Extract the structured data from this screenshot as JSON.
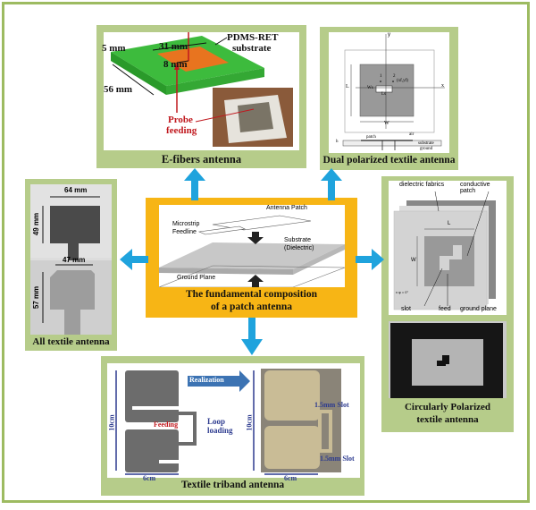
{
  "colors": {
    "frame_green": "#9dbb61",
    "panel_green": "#b6cc8a",
    "center_orange": "#f7b515",
    "arrow_blue": "#1fa3dd",
    "substrate_green": "#3dbb3d",
    "patch_orange": "#e8741f",
    "label_red": "#c0181e",
    "label_blue": "#2d3b8f"
  },
  "center": {
    "caption_line1": "The fundamental composition",
    "caption_line2": "of a patch antenna",
    "labels": {
      "antenna_patch": "Antenna Patch",
      "microstrip": "Microstrip",
      "feedline": "Feedline",
      "substrate": "Substrate",
      "dielectric": "(Dielectric)",
      "ground_plane": "Ground Plane"
    }
  },
  "efibers": {
    "caption": "E-fibers antenna",
    "dim_5": "5 mm",
    "dim_31": "31 mm",
    "dim_8": "8 mm",
    "dim_56": "56 mm",
    "substrate_line1": "PDMS-RET",
    "substrate_line2": "substrate",
    "probe_line1": "Probe",
    "probe_line2": "feeding"
  },
  "dual": {
    "caption": "Dual polarized textile antenna",
    "labels": {
      "y": "y",
      "x": "x",
      "L": "L",
      "W": "W",
      "Ws": "Ws",
      "Ls": "Ls",
      "p1": "1",
      "p2": "2",
      "feed_coord": "(xf,yf)",
      "air": "air",
      "patch": "patch",
      "substrate": "substrate",
      "ground": "ground",
      "h": "h"
    }
  },
  "alltextile": {
    "caption": "All textile antenna",
    "dim_64": "64 mm",
    "dim_49": "49 mm",
    "dim_47": "47 mm",
    "dim_57": "57 mm"
  },
  "circular": {
    "caption_line1": "Circularly Polarized",
    "caption_line2": "textile antenna",
    "labels": {
      "dielectric_fabrics": "dielectric fabrics",
      "conductive_patch": "conductive patch",
      "L": "L",
      "W": "W",
      "slot": "slot",
      "feed": "feed",
      "ground_plane": "ground plane",
      "phi": "x φ = 0°"
    }
  },
  "triband": {
    "caption": "Textile triband antenna",
    "realization": "Realization",
    "feeding": "Feeding",
    "loop_line1": "Loop",
    "loop_line2": "loading",
    "dim_10cm_left": "10cm",
    "dim_6cm_left": "6cm",
    "dim_10cm_right": "10cm",
    "dim_6cm_right": "6cm",
    "slot_top": "1.5mm Slot",
    "slot_bottom": "1.5mm Slot"
  }
}
